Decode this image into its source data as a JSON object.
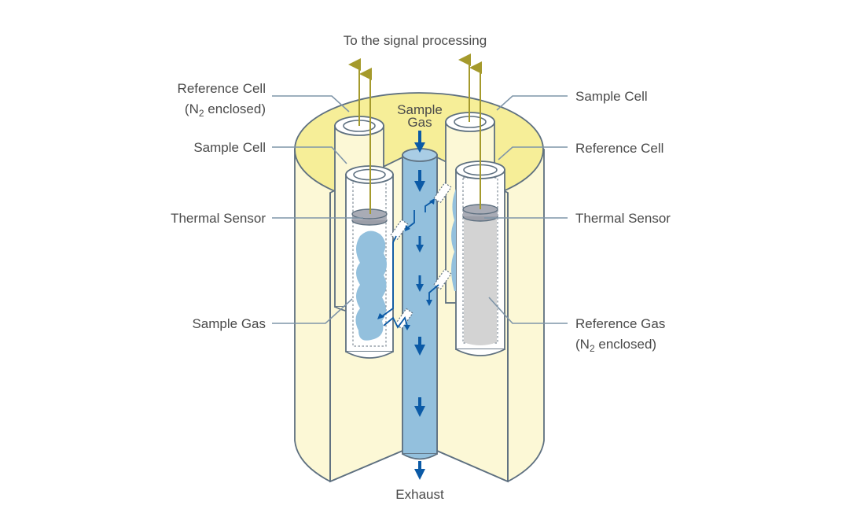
{
  "title": "To the signal processing",
  "inlet_label": {
    "line1": "Sample",
    "line2": "Gas"
  },
  "outlet_label": "Exhaust",
  "left_labels": {
    "reference_cell": {
      "line1": "Reference Cell",
      "line2_pre": "(N",
      "line2_sub": "2",
      "line2_post": " enclosed)"
    },
    "sample_cell": "Sample Cell",
    "thermal_sensor": "Thermal Sensor",
    "sample_gas": "Sample Gas"
  },
  "right_labels": {
    "sample_cell": "Sample Cell",
    "reference_cell": "Reference Cell",
    "thermal_sensor": "Thermal Sensor",
    "reference_gas": {
      "line1": "Reference Gas",
      "line2_pre": "(N",
      "line2_sub": "2",
      "line2_post": " enclosed)"
    }
  },
  "colors": {
    "body_top": "#f6ee98",
    "body_side": "#fcf8d6",
    "gas_pipe": "#93c0dd",
    "flow_arrow": "#0b5aa6",
    "sensor": "#a9acb6",
    "reference_gas": "#d3d3d3",
    "signal_wire": "#a59a2c",
    "outline": "#5e7080",
    "leader": "#7f95a8",
    "text": "#4a4a4a"
  }
}
